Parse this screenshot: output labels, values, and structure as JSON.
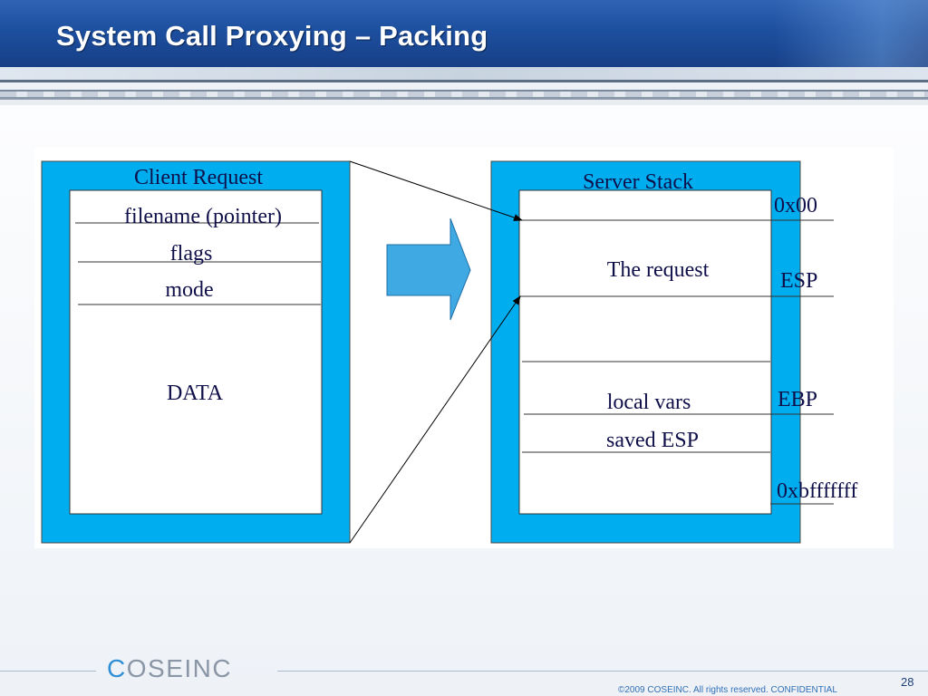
{
  "slide": {
    "title": "System Call Proxying – Packing",
    "page_number": "28"
  },
  "client_request": {
    "title": "Client Request",
    "fields": [
      "filename (pointer)",
      "flags",
      "mode"
    ],
    "data_label": "DATA"
  },
  "server_stack": {
    "title": "Server Stack",
    "labels": [
      "The request",
      "local vars",
      "saved ESP"
    ],
    "addresses": [
      "0x00",
      "ESP",
      "EBP",
      "0xbfffffff"
    ]
  },
  "footer": {
    "logo_prefix": "C",
    "logo_rest": "OSEINC",
    "copyright": "©2009 COSEINC. All rights reserved. CONFIDENTIAL"
  },
  "colors": {
    "header_blue": "#1d4f9f",
    "panel_cyan": "#00aeef",
    "arrow_fill": "#3fa9e4",
    "logo_accent": "#2f8fd6"
  }
}
